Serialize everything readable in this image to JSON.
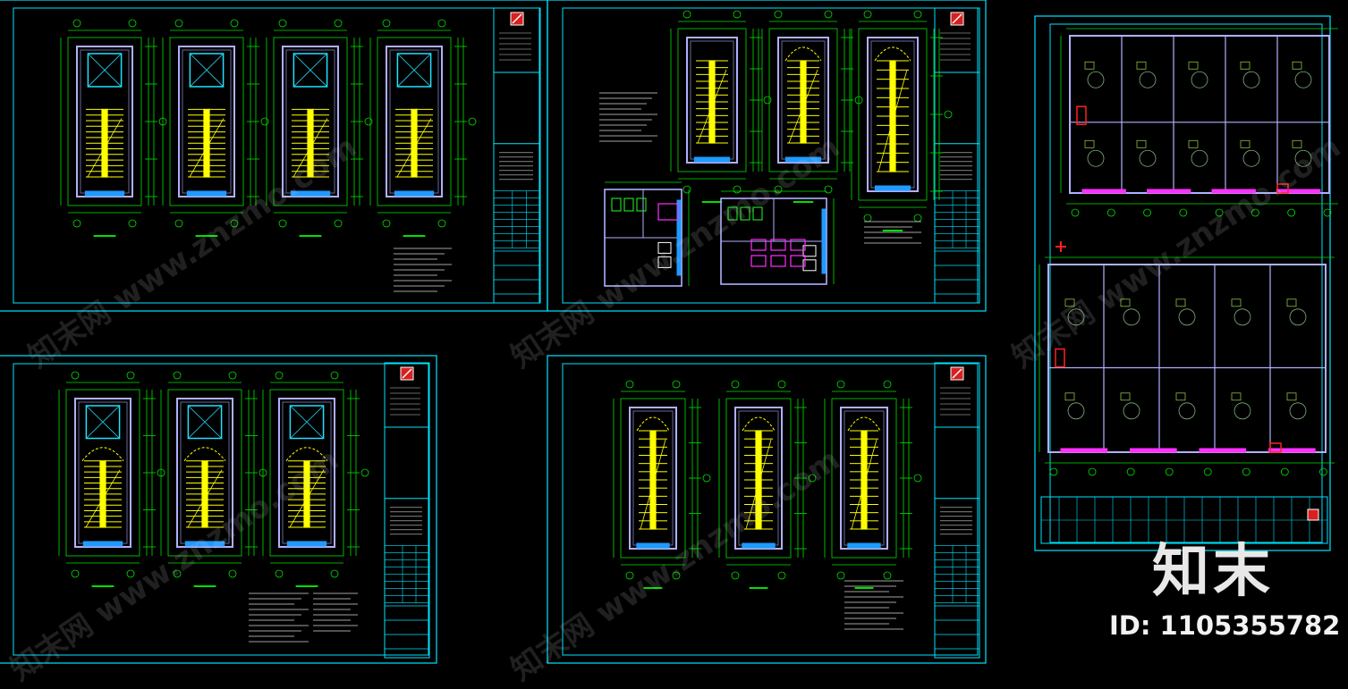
{
  "branding": {
    "logo_text": "知末",
    "id_label": "ID: 1105355782",
    "watermark_text": "知末网 www.znzmo.com"
  },
  "colors": {
    "background": "#000000",
    "frame": "#00e5ff",
    "dimension": "#00e000",
    "stair": "#ffff00",
    "wall": "#b0b0ff",
    "window": "#1e9bff",
    "fixture": "#ff30ff",
    "red_mark": "#ff2020",
    "furniture": "#8fbf3f"
  },
  "sheets": [
    {
      "name": "stair-plans-sheet-a",
      "plans": 4,
      "kind": "stair-elevator"
    },
    {
      "name": "stair-toilet-plans-sheet-b",
      "plans": 5,
      "kind": "stair-toilet"
    },
    {
      "name": "stair-plans-sheet-c",
      "plans": 3,
      "kind": "stair-elevator"
    },
    {
      "name": "stair-plans-sheet-d",
      "plans": 3,
      "kind": "stair"
    },
    {
      "name": "unit-floor-plan-sheet-e",
      "plans": 2,
      "kind": "floor-plan"
    }
  ]
}
